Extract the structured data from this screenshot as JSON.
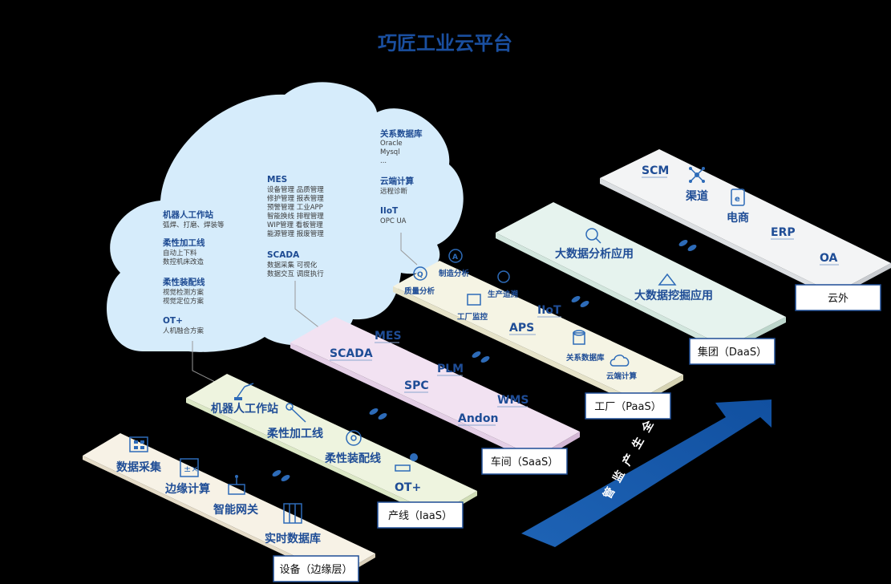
{
  "title": "巧匠工业云平台",
  "cloud": {
    "groups": [
      {
        "head": "机器人工作站",
        "sub": [
          "弧焊、打磨、焊装等"
        ]
      },
      {
        "head": "柔性加工线",
        "sub": [
          "自动上下料",
          "数控机床改造"
        ]
      },
      {
        "head": "柔性装配线",
        "sub": [
          "视觉检测方案",
          "视觉定位方案"
        ]
      },
      {
        "head": "OT+",
        "sub": [
          "人机融合方案"
        ]
      },
      {
        "head": "MES",
        "sub": [
          "设备管理  品质管理",
          "修护管理  报表管理",
          "预警管理  工业APP",
          "智能换线  排程管理",
          "WIP管理  看板管理",
          "能源管理  报废管理"
        ]
      },
      {
        "head": "SCADA",
        "sub": [
          "数据采集  可视化",
          "数据交互  调度执行"
        ]
      },
      {
        "head": "关系数据库",
        "sub": [
          "Oracle",
          "Mysql",
          "..."
        ]
      },
      {
        "head": "云端计算",
        "sub": [
          "远程诊断"
        ]
      },
      {
        "head": "IIoT",
        "sub": [
          "OPC UA"
        ]
      }
    ]
  },
  "layers": [
    {
      "name": "设备（边缘层）",
      "items": [
        "数据采集",
        "边缘计算",
        "智能网关",
        "实时数据库"
      ]
    },
    {
      "name": "产线（IaaS）",
      "items": [
        "机器人工作站",
        "柔性加工线",
        "柔性装配线",
        "OT+"
      ]
    },
    {
      "name": "车间（SaaS）",
      "items": [
        "MES",
        "SCADA",
        "PLM",
        "SPC",
        "WMS",
        "Andon"
      ]
    },
    {
      "name": "工厂（PaaS）",
      "items": [
        "质量分析",
        "制造分析",
        "生产追溯",
        "工厂监控",
        "IIoT",
        "APS",
        "关系数据库",
        "云端计算"
      ]
    },
    {
      "name": "集团（DaaS）",
      "items": [
        "大数据分析应用",
        "大数据挖掘应用"
      ]
    },
    {
      "name": "云外",
      "items": [
        "SCM",
        "渠道",
        "电商",
        "ERP",
        "OA"
      ]
    }
  ],
  "arrow": {
    "label": "安全生产监管"
  },
  "colors": {
    "title": "#1a4fa0",
    "label": "#1f4d96",
    "arrow": "#1557a8",
    "cloud": "#d6ecfb"
  }
}
